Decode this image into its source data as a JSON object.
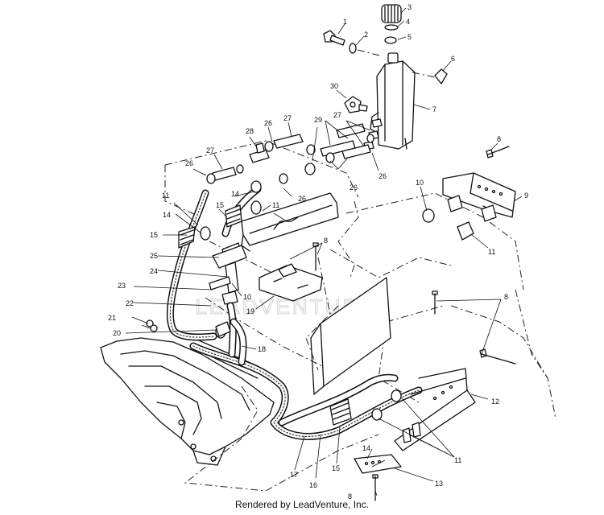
{
  "footer": {
    "credit": "Rendered by LeadVenture, Inc."
  },
  "watermark": {
    "text": "LEADVENTURE"
  },
  "callouts": {
    "c1": "1",
    "c2": "2",
    "c3": "3",
    "c4": "4",
    "c5": "5",
    "c6": "6",
    "c7": "7",
    "c8a": "8",
    "c8b": "8",
    "c8c": "8",
    "c8d": "8",
    "c9": "9",
    "c10a": "10",
    "c10b": "10",
    "c11a": "11",
    "c11b": "11",
    "c11c": "11",
    "c11d": "11",
    "c12": "12",
    "c13": "13",
    "c14a": "14",
    "c14b": "14",
    "c14c": "14",
    "c15a": "15",
    "c15b": "15",
    "c15c": "15",
    "c16": "16",
    "c17": "17",
    "c18": "18",
    "c19": "19",
    "c20": "20",
    "c21": "21",
    "c22": "22",
    "c23": "23",
    "c24": "24",
    "c25": "25",
    "c26a": "26",
    "c26b": "26",
    "c26c": "26",
    "c26d": "26",
    "c26e": "26",
    "c27a": "27",
    "c27b": "27",
    "c27c": "27",
    "c28": "28",
    "c29": "29",
    "c30": "30"
  }
}
